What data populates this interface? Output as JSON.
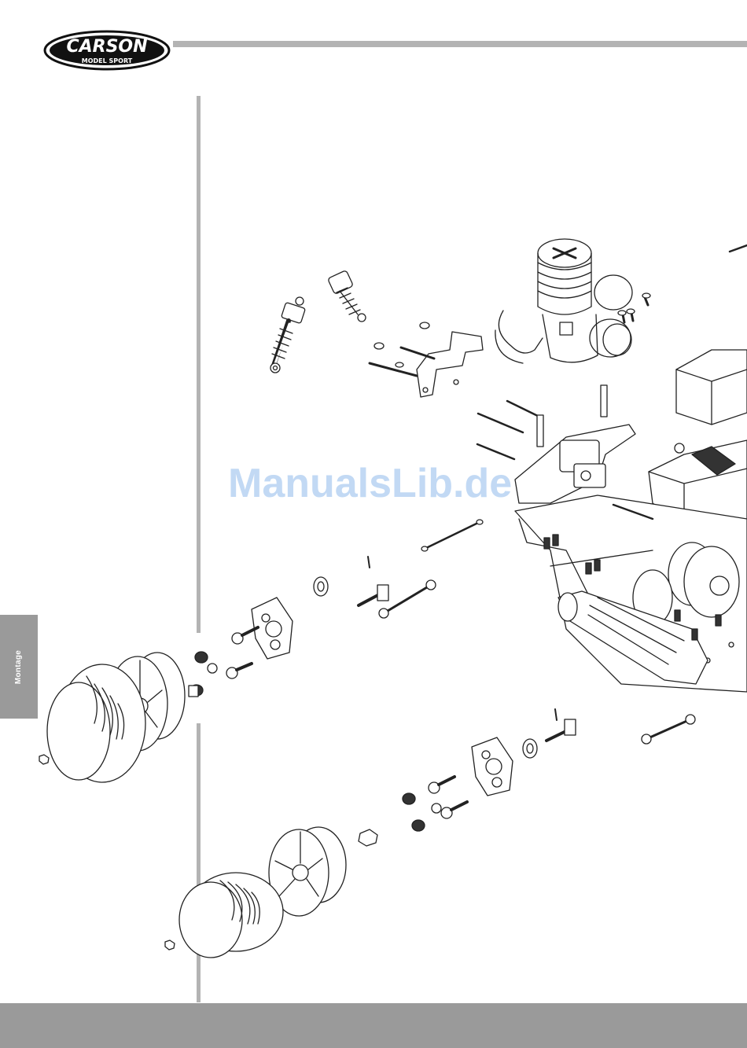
{
  "header": {
    "logo_text": "CARSON",
    "logo_subtext": "MODEL SPORT"
  },
  "side_tab": {
    "label": "Montage"
  },
  "watermark": {
    "text": "ManualsLib.de"
  },
  "colors": {
    "rule_gray": "#b3b3b3",
    "tab_gray": "#9a9a9a",
    "line_art": "#222222",
    "watermark": "#78aae6"
  },
  "illustration": {
    "subject": "exploded-view-assembly",
    "icons": [
      "shock-absorber-icon",
      "engine-icon",
      "fuel-tank-icon",
      "wheel-icon",
      "tire-icon",
      "wheel-hub-icon",
      "screw-icon",
      "nut-icon",
      "drive-shaft-icon",
      "turnbuckle-icon",
      "chassis-icon"
    ]
  }
}
